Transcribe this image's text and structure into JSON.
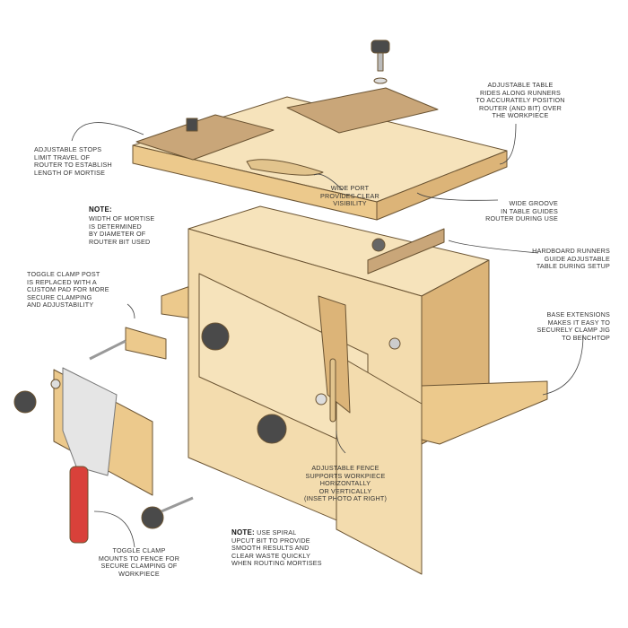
{
  "callouts": {
    "adjustable_stops": "Adjustable stops\nlimit travel of\nrouter to establish\nlength of mortise",
    "note_width_title": "NOTE:",
    "note_width_body": "Width of mortise\nis determined\nby diameter of\nrouter bit used",
    "toggle_post": "Toggle clamp post\nis replaced with a\ncustom pad for more\nsecure clamping\nand adjustability",
    "adjustable_table": "Adjustable table\nrides along runners\nto accurately position\nrouter (and bit) over\nthe workpiece",
    "wide_port": "Wide port\nprovides clear\nvisibility",
    "wide_groove": "Wide groove\nin table guides\nrouter during use",
    "hardboard_runners": "Hardboard runners\nguide adjustable\ntable during setup",
    "base_extensions": "Base extensions\nmakes it easy to\nsecurely clamp jig\nto benchtop",
    "adjustable_fence": "Adjustable fence\nsupports workpiece\nhorizontally\nor vertically\n(inset photo at right)",
    "toggle_mounts": "Toggle clamp\nmounts to fence for\nsecure clamping of\nworkpiece",
    "note_spiral_title": "NOTE:",
    "note_spiral_body": "Use spiral\nupcut bit to provide\nsmooth results and\nclear waste quickly\nwhen routing mortises"
  },
  "colors": {
    "wood": "#f3dcae",
    "wood_dark": "#dcb478",
    "hardboard": "#c9a679",
    "knob": "#4a4a4a",
    "handle": "#d9413a",
    "outline": "#6b5433"
  }
}
